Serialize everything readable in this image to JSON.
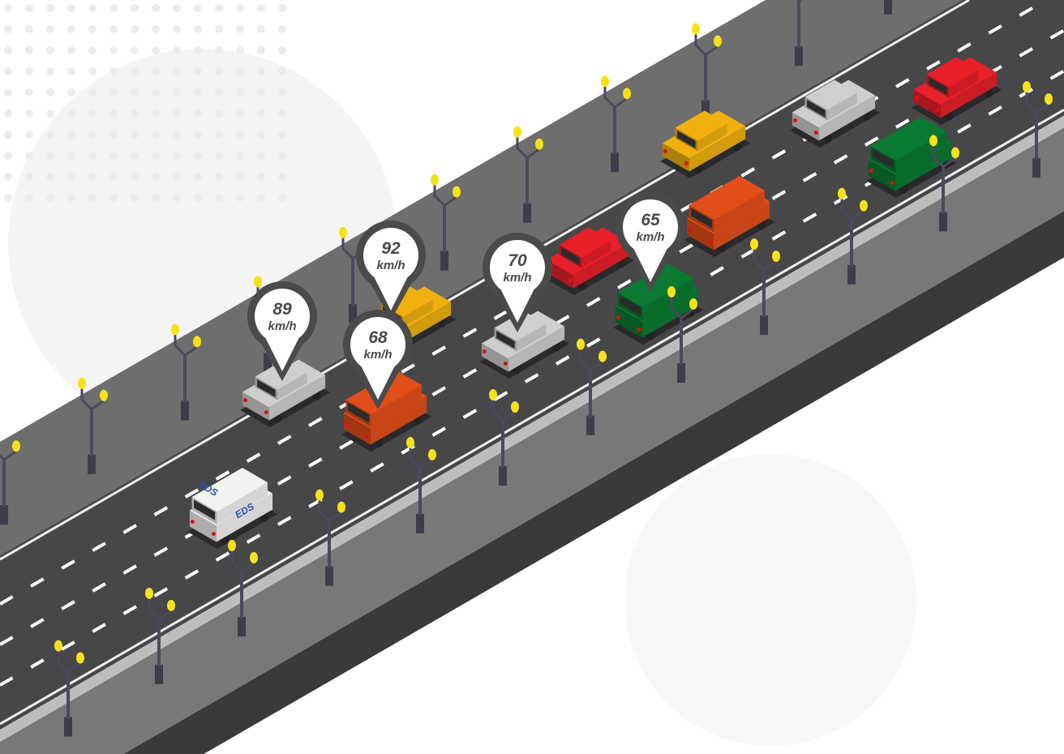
{
  "scene": {
    "colors": {
      "background": "#ffffff",
      "sidewalk": "#6e6e6e",
      "road": "#47474a",
      "lane_marking": "#ffffff",
      "wall": "#787878",
      "wall_shadow": "#3a3a3a",
      "lamp_pole": "#4a4a5a",
      "lamp_bulb": "#f7e21a"
    },
    "speed_pins": [
      {
        "value": "89",
        "unit": "km/h"
      },
      {
        "value": "92",
        "unit": "km/h"
      },
      {
        "value": "68",
        "unit": "km/h"
      },
      {
        "value": "70",
        "unit": "km/h"
      },
      {
        "value": "65",
        "unit": "km/h"
      }
    ],
    "cars": [
      {
        "color": "#f0b010",
        "kind": "car"
      },
      {
        "color": "#cfcfcf",
        "kind": "car"
      },
      {
        "color": "#e24e1a",
        "kind": "van"
      },
      {
        "color": "#f2f2f2",
        "kind": "van",
        "logo": "EDS"
      },
      {
        "color": "#e8202a",
        "kind": "car"
      },
      {
        "color": "#cfcfcf",
        "kind": "car"
      },
      {
        "color": "#0a7a32",
        "kind": "van"
      },
      {
        "color": "#e24e1a",
        "kind": "van"
      },
      {
        "color": "#f0b010",
        "kind": "car"
      },
      {
        "color": "#cfcfcf",
        "kind": "car"
      },
      {
        "color": "#e8202a",
        "kind": "car"
      },
      {
        "color": "#0a7a32",
        "kind": "van"
      }
    ]
  }
}
